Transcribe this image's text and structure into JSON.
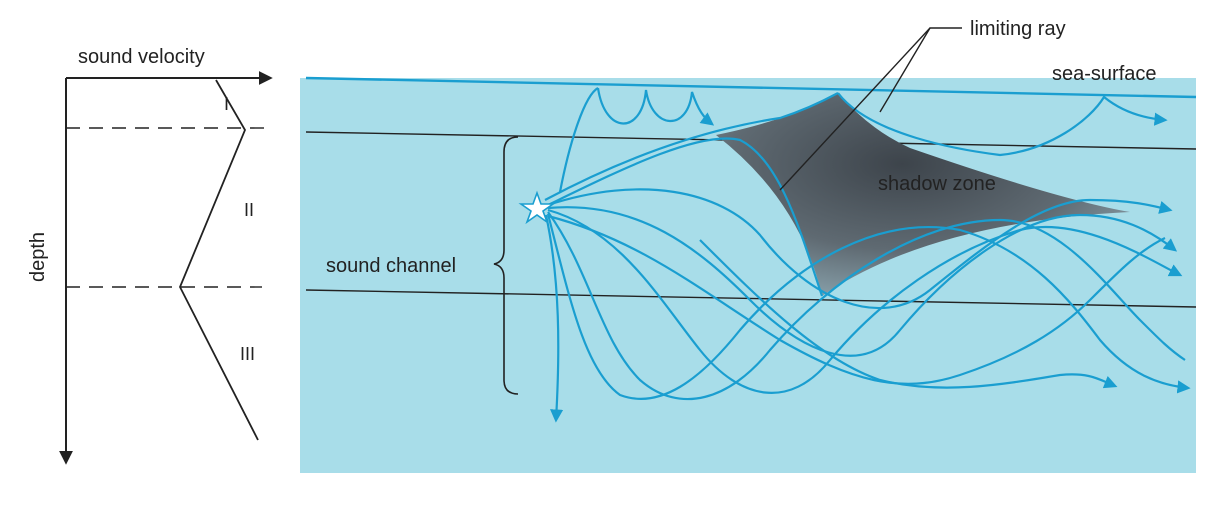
{
  "profile": {
    "axis_x_label": "sound velocity",
    "axis_y_label": "depth",
    "layers": [
      "I",
      "II",
      "III"
    ]
  },
  "ocean": {
    "sea_surface_label": "sea-surface",
    "limiting_ray_label": "limiting ray",
    "shadow_zone_label": "shadow zone",
    "sound_channel_label": "sound channel"
  },
  "colors": {
    "water": "#a8dde9",
    "ray": "#1a9ed0",
    "shadow": "#4a5158",
    "ink": "#222222"
  }
}
